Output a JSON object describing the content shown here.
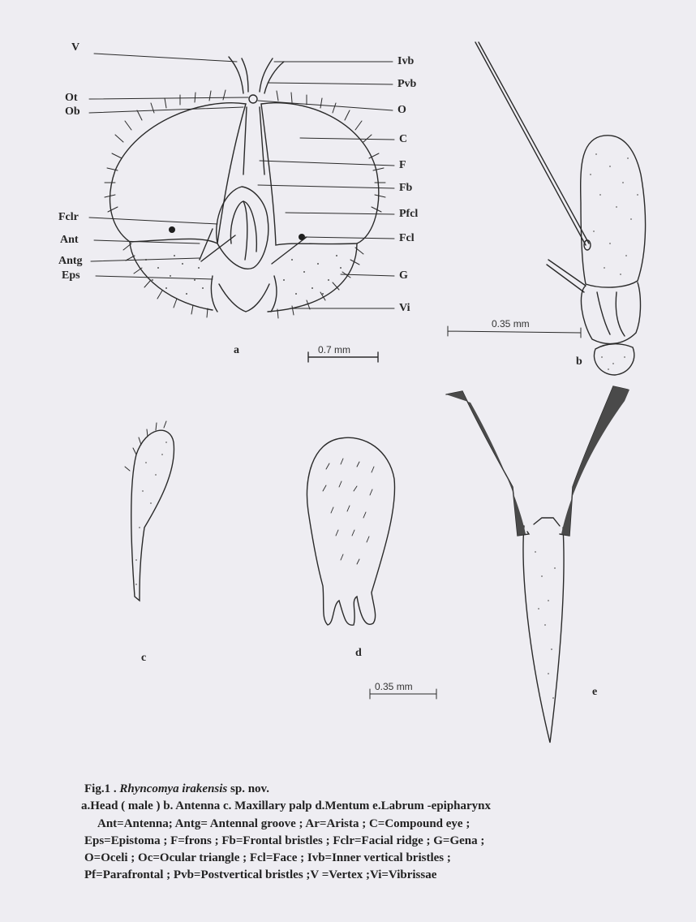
{
  "head_labels_left": [
    "V",
    "Ot",
    "Ob",
    "Fclr",
    "Ant",
    "Antg",
    "Eps"
  ],
  "head_labels_right": [
    "Ivb",
    "Pvb",
    "O",
    "C",
    "F",
    "Fb",
    "Pfcl",
    "Fcl",
    "G",
    "Vi"
  ],
  "panels": {
    "a": "a",
    "b": "b",
    "c": "c",
    "d": "d",
    "e": "e"
  },
  "scales": {
    "head": "0.7 mm",
    "antenna": "0.35 mm",
    "mouthparts": "0.35 mm"
  },
  "caption": {
    "fig": "Fig.1 .",
    "species": "Rhyncomya irakensis",
    "suffix": "sp. nov.",
    "parts": "a.Head ( male ) b. Antenna  c. Maxillary palp d.Mentum  e.Labrum -epipharynx",
    "abbr": [
      "Ant=Antenna; Antg= Antennal groove ; Ar=Arista ; C=Compound eye ;",
      "Eps=Epistoma ; F=frons ; Fb=Frontal bristles ; Fclr=Facial ridge ; G=Gena ;",
      "O=Oceli ; Oc=Ocular triangle ; Fcl=Face ; Ivb=Inner vertical  bristles ;",
      "Pf=Parafrontal ;  Pvb=Postvertical bristles ;V =Vertex ;Vi=Vibrissae"
    ]
  }
}
